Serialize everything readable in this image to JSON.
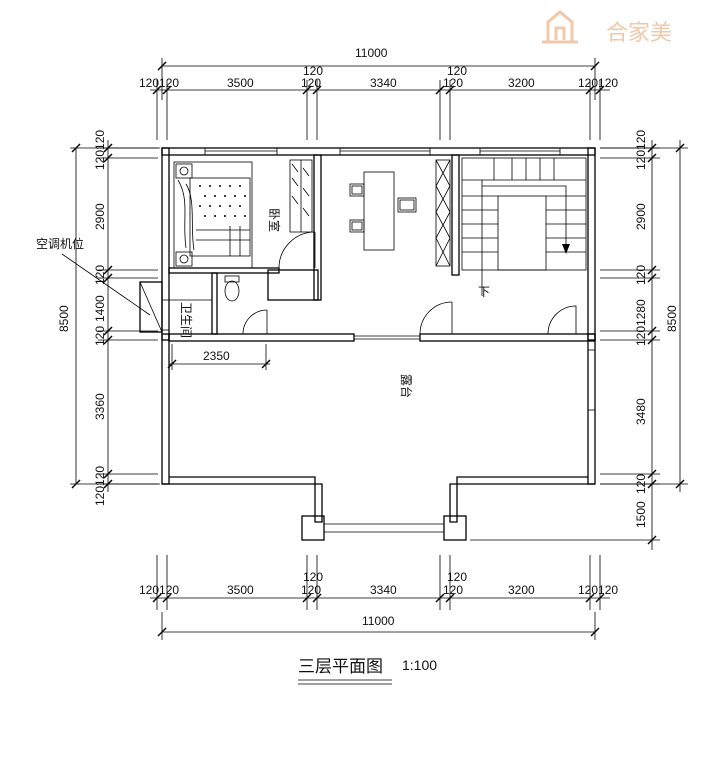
{
  "watermark": {
    "text": "合家美",
    "icon": "house-logo-icon"
  },
  "plan_title": "三层平面图",
  "scale": "1:100",
  "rooms": {
    "bedroom": "卧室",
    "bathroom": "卫生间",
    "terrace": "露台",
    "ac_unit": "空调机位",
    "stair_down": "下"
  },
  "dimensions": {
    "top_total": "11000",
    "bottom_total": "11000",
    "top_segments": [
      "120120",
      "3500",
      "120",
      "120",
      "3340",
      "120",
      "120",
      "3200",
      "120120"
    ],
    "bottom_segments": [
      "120120",
      "3500",
      "120",
      "120",
      "3340",
      "120",
      "120",
      "3200",
      "120120"
    ],
    "left_total": "8500",
    "left_segments": [
      "120120",
      "2900",
      "120",
      "1400",
      "120",
      "3360",
      "120120"
    ],
    "right_total": "8500",
    "right_segments": [
      "120120",
      "2900",
      "120",
      "1280",
      "120",
      "3480",
      "120",
      "1500",
      "120"
    ],
    "terrace_width": "2350"
  }
}
